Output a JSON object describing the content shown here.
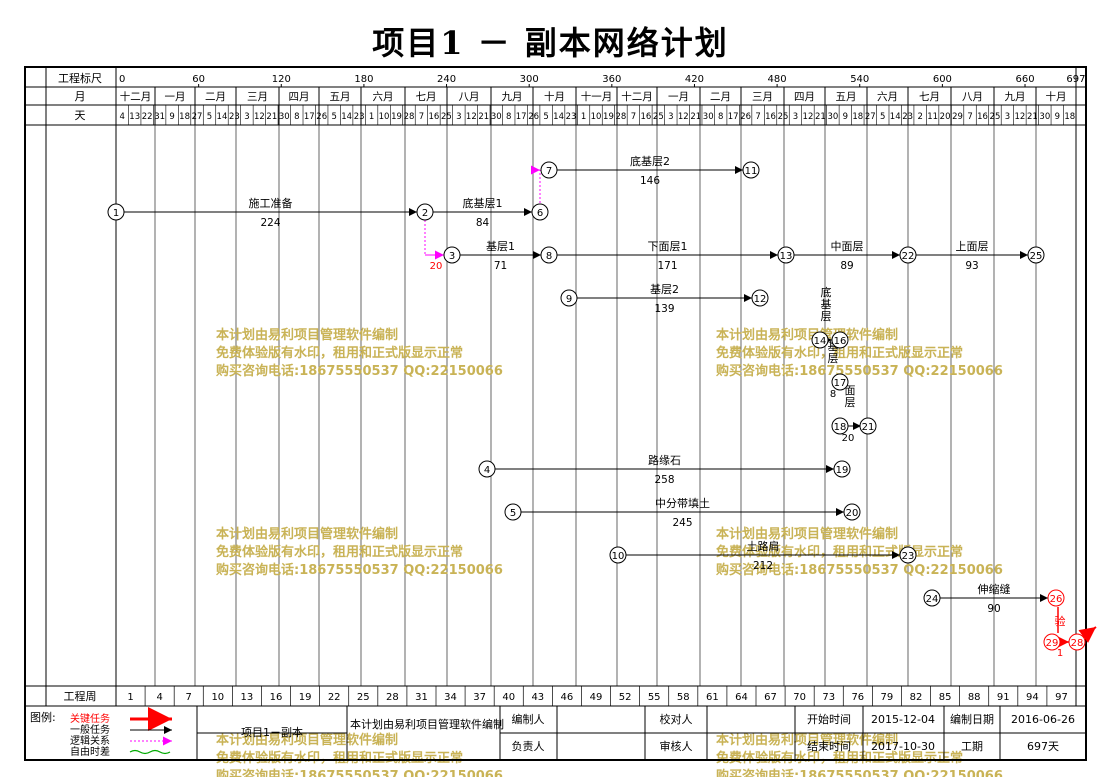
{
  "title": "项目1 － 副本网络计划",
  "scale": {
    "label": "工程标尺",
    "ticks": [
      "0",
      "60",
      "120",
      "180",
      "240",
      "300",
      "360",
      "420",
      "480",
      "540",
      "600",
      "660",
      "697"
    ]
  },
  "month_row": {
    "label": "月",
    "months": [
      "十二月",
      "一月",
      "二月",
      "三月",
      "四月",
      "五月",
      "六月",
      "七月",
      "八月",
      "九月",
      "十月",
      "十一月",
      "十二月",
      "一月",
      "二月",
      "三月",
      "四月",
      "五月",
      "六月",
      "七月",
      "八月",
      "九月",
      "十月"
    ]
  },
  "day_row": {
    "label": "天",
    "days": [
      "4",
      "13",
      "22",
      "31",
      "9",
      "18",
      "27",
      "5",
      "14",
      "23",
      "3",
      "12",
      "21",
      "30",
      "8",
      "17",
      "26",
      "5",
      "14",
      "23",
      "1",
      "10",
      "19",
      "28",
      "7",
      "16",
      "25",
      "3",
      "12",
      "21",
      "30",
      "8",
      "17",
      "26",
      "5",
      "14",
      "23",
      "1",
      "10",
      "19",
      "28",
      "7",
      "16",
      "25",
      "3",
      "12",
      "21",
      "30",
      "8",
      "17",
      "26",
      "7",
      "16",
      "25",
      "3",
      "12",
      "21",
      "30",
      "9",
      "18",
      "27",
      "5",
      "14",
      "23",
      "2",
      "11",
      "20",
      "29",
      "7",
      "16",
      "25",
      "3",
      "12",
      "21",
      "30",
      "9",
      "18"
    ]
  },
  "week_row": {
    "label": "工程周",
    "weeks": [
      "1",
      "4",
      "7",
      "10",
      "13",
      "16",
      "19",
      "22",
      "25",
      "28",
      "31",
      "34",
      "37",
      "40",
      "43",
      "46",
      "49",
      "52",
      "55",
      "58",
      "61",
      "64",
      "67",
      "70",
      "73",
      "76",
      "79",
      "82",
      "85",
      "88",
      "91",
      "94",
      "97"
    ]
  },
  "nodes": [
    {
      "id": "1"
    },
    {
      "id": "2"
    },
    {
      "id": "3"
    },
    {
      "id": "4"
    },
    {
      "id": "5"
    },
    {
      "id": "6"
    },
    {
      "id": "7"
    },
    {
      "id": "8"
    },
    {
      "id": "9"
    },
    {
      "id": "10"
    },
    {
      "id": "11"
    },
    {
      "id": "12"
    },
    {
      "id": "13"
    },
    {
      "id": "14"
    },
    {
      "id": "16"
    },
    {
      "id": "17"
    },
    {
      "id": "18"
    },
    {
      "id": "19"
    },
    {
      "id": "20"
    },
    {
      "id": "21"
    },
    {
      "id": "22"
    },
    {
      "id": "23"
    },
    {
      "id": "24"
    },
    {
      "id": "25"
    },
    {
      "id": "26"
    },
    {
      "id": "28"
    },
    {
      "id": "29"
    }
  ],
  "tasks": [
    {
      "from": "1",
      "to": "2",
      "name": "施工准备",
      "duration": "224"
    },
    {
      "from": "2",
      "to": "6",
      "name": "底基层1",
      "duration": "84"
    },
    {
      "from": "7",
      "to": "11",
      "name": "底基层2",
      "duration": "146"
    },
    {
      "from": "3",
      "to": "8",
      "name": "基层1",
      "duration": "71"
    },
    {
      "from": "8",
      "to": "13",
      "name": "下面层1",
      "duration": "171"
    },
    {
      "from": "13",
      "to": "22",
      "name": "中面层",
      "duration": "89"
    },
    {
      "from": "22",
      "to": "25",
      "name": "上面层",
      "duration": "93"
    },
    {
      "from": "9",
      "to": "12",
      "name": "基层2",
      "duration": "139"
    },
    {
      "from": "4",
      "to": "19",
      "name": "路缘石",
      "duration": "258"
    },
    {
      "from": "5",
      "to": "20",
      "name": "中分带填土",
      "duration": "245"
    },
    {
      "from": "10",
      "to": "23",
      "name": "土路肩",
      "duration": "212"
    },
    {
      "from": "24",
      "to": "26",
      "name": "伸缩缝",
      "duration": "90"
    }
  ],
  "vertical_labels": [
    "底基层",
    "基层",
    "面层"
  ],
  "small_values": [
    "8",
    "20"
  ],
  "logic_labels": [
    {
      "node": "3",
      "lag": "20"
    }
  ],
  "critical_labels": {
    "text": "验",
    "duration": "1"
  },
  "watermark": {
    "line1": "本计划由易利项目管理软件编制",
    "line2": "免费体验版有水印，租用和正式版显示正常",
    "line3": "购买咨询电话:18675550537 QQ:22150066"
  },
  "legend": {
    "title": "图例:",
    "items": [
      {
        "label": "关键任务",
        "color": "#ff0000"
      },
      {
        "label": "一般任务",
        "color": "#000000"
      },
      {
        "label": "逻辑关系",
        "color": "#ff00ff"
      },
      {
        "label": "自由时差",
        "color": "#00aa00"
      }
    ]
  },
  "footer": {
    "project_name": "项目1－副本",
    "made_by_note": "本计划由易利项目管理软件编制",
    "editor_label": "编制人",
    "editor_value": "",
    "checker_label": "校对人",
    "checker_value": "",
    "responsible_label": "负责人",
    "responsible_value": "",
    "reviewer_label": "审核人",
    "reviewer_value": "",
    "start_label": "开始时间",
    "start_value": "2015-12-04",
    "end_label": "结束时间",
    "end_value": "2017-10-30",
    "date_label": "编制日期",
    "date_value": "2016-06-26",
    "duration_label": "工期",
    "duration_value": "697天"
  },
  "colors": {
    "critical": "#ff0000",
    "normal": "#000000",
    "logic": "#ff00ff",
    "free_float": "#00aa00",
    "watermark": "#c9b356"
  }
}
